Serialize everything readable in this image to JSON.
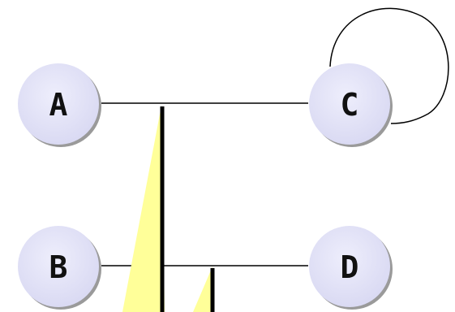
{
  "diagram": {
    "nodes": [
      {
        "id": "A",
        "label": "A"
      },
      {
        "id": "B",
        "label": "B"
      },
      {
        "id": "C",
        "label": "C"
      },
      {
        "id": "D",
        "label": "D"
      }
    ],
    "edges": [
      {
        "from": "A",
        "to": "C"
      },
      {
        "from": "B",
        "to": "D"
      },
      {
        "from": "C",
        "to": "C",
        "kind": "self-loop"
      }
    ],
    "colors": {
      "node_fill": "#e4e4f8",
      "node_shadow": "#9a9a9a",
      "edge": "#000000",
      "pointer_fill": "#ffff99"
    }
  }
}
